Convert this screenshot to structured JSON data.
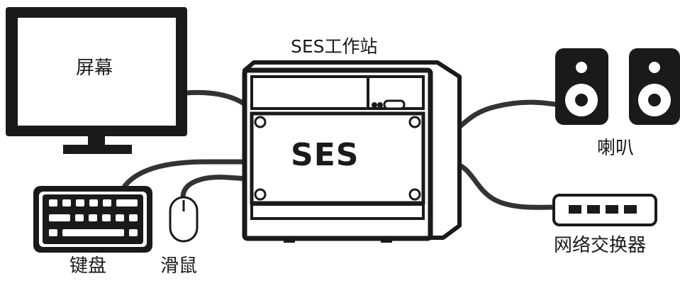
{
  "labels": {
    "monitor": "屏幕",
    "workstation_title": "SES工作站",
    "workstation_brand": "SES",
    "speakers": "喇叭",
    "keyboard": "键盘",
    "mouse": "滑鼠",
    "switch": "网络交换器"
  },
  "colors": {
    "outline": "#1a1a1a",
    "fill": "#ffffff",
    "cable": "#333333"
  }
}
